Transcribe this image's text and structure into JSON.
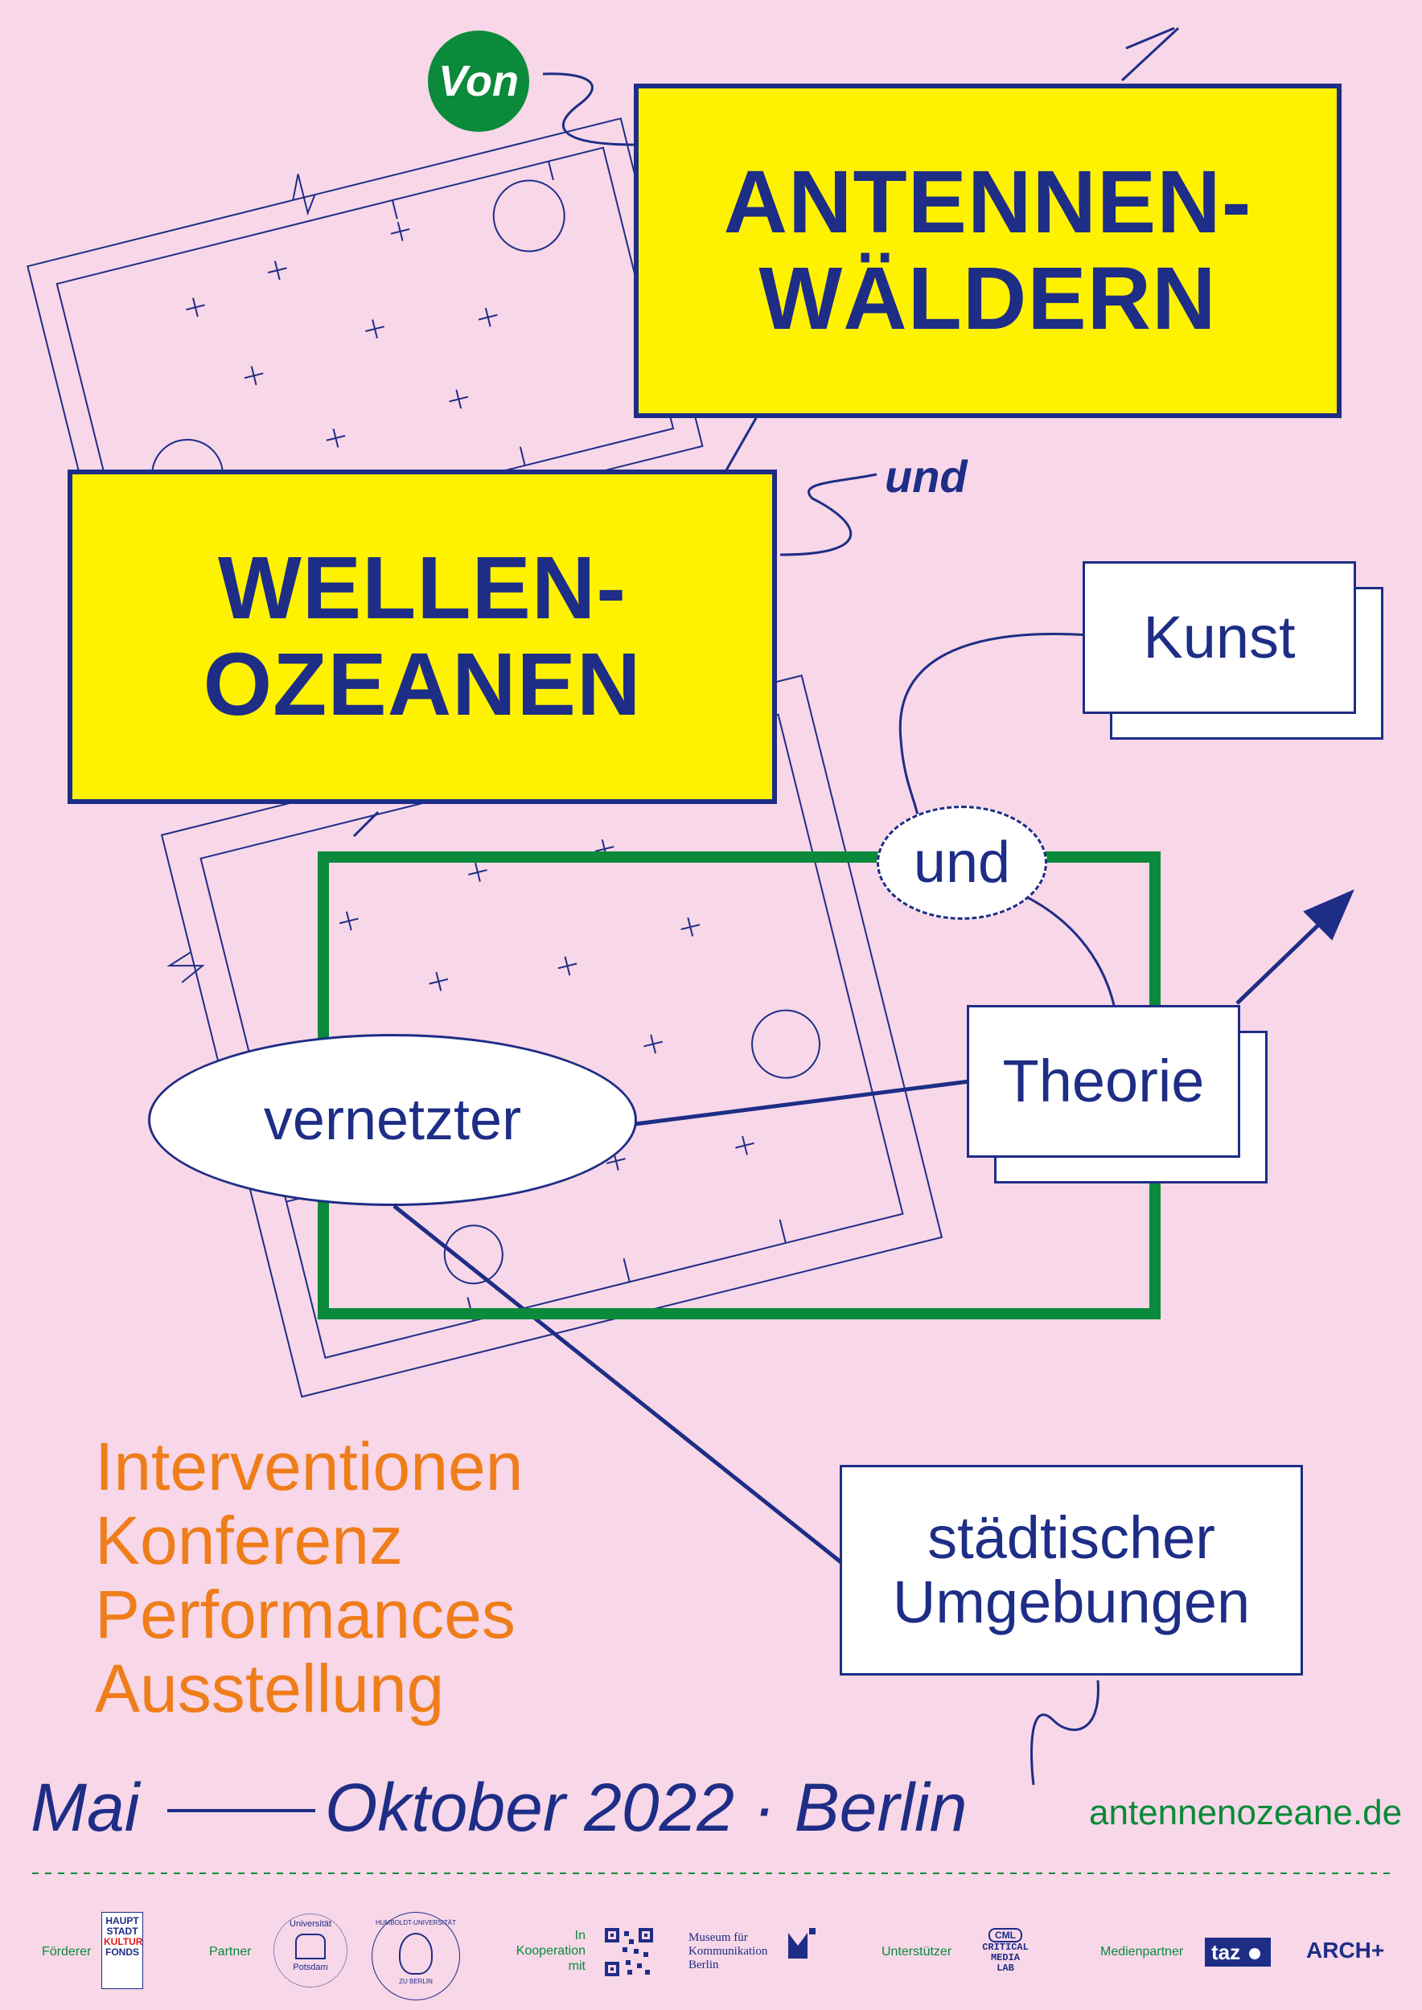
{
  "title": {
    "von": "Von",
    "line1": "ANTENNEN-",
    "line2": "WÄLDERN",
    "und_small": "und",
    "line3": "WELLEN-",
    "line4": "OZEANEN"
  },
  "nodes": {
    "kunst": "Kunst",
    "und": "und",
    "theorie": "Theorie",
    "vernetzter": "vernetzter",
    "staedtischer_line1": "städtischer",
    "staedtischer_line2": "Umgebungen"
  },
  "formats": [
    "Interventionen",
    "Konferenz",
    "Performances",
    "Ausstellung"
  ],
  "footer": {
    "date_start": "Mai",
    "date_end_city": "Oktober 2022 · Berlin",
    "url": "antennenozeane.de"
  },
  "sponsors": {
    "foerderer_label": "Förderer",
    "foerderer_logo": [
      "HAUPT",
      "STADT",
      "KULTUR",
      "FONDS"
    ],
    "partner_label": "Partner",
    "uni_potsdam_top": "Universität",
    "uni_potsdam_bottom": "Potsdam",
    "humboldt_top": "HUMBOLDT-UNIVERSITÄT",
    "humboldt_bottom": "ZU BERLIN",
    "kooperation_label": [
      "In",
      "Kooperation",
      "mit"
    ],
    "museum_lines": [
      "Museum für",
      "Kommunikation",
      "Berlin"
    ],
    "unterstuetzer_label": "Unterstützer",
    "cml_badge": "CML",
    "cml_lines": [
      "CRITICAL",
      "MEDIA",
      "LAB"
    ],
    "medienpartner_label": "Medienpartner",
    "taz": "taz",
    "arch": "ARCH+"
  },
  "colors": {
    "background": "#f7d7e8",
    "navy": "#1e2d86",
    "yellow": "#fff200",
    "green": "#0a8a3a",
    "orange": "#ef7d1a",
    "taz_red": "#e4161b"
  }
}
